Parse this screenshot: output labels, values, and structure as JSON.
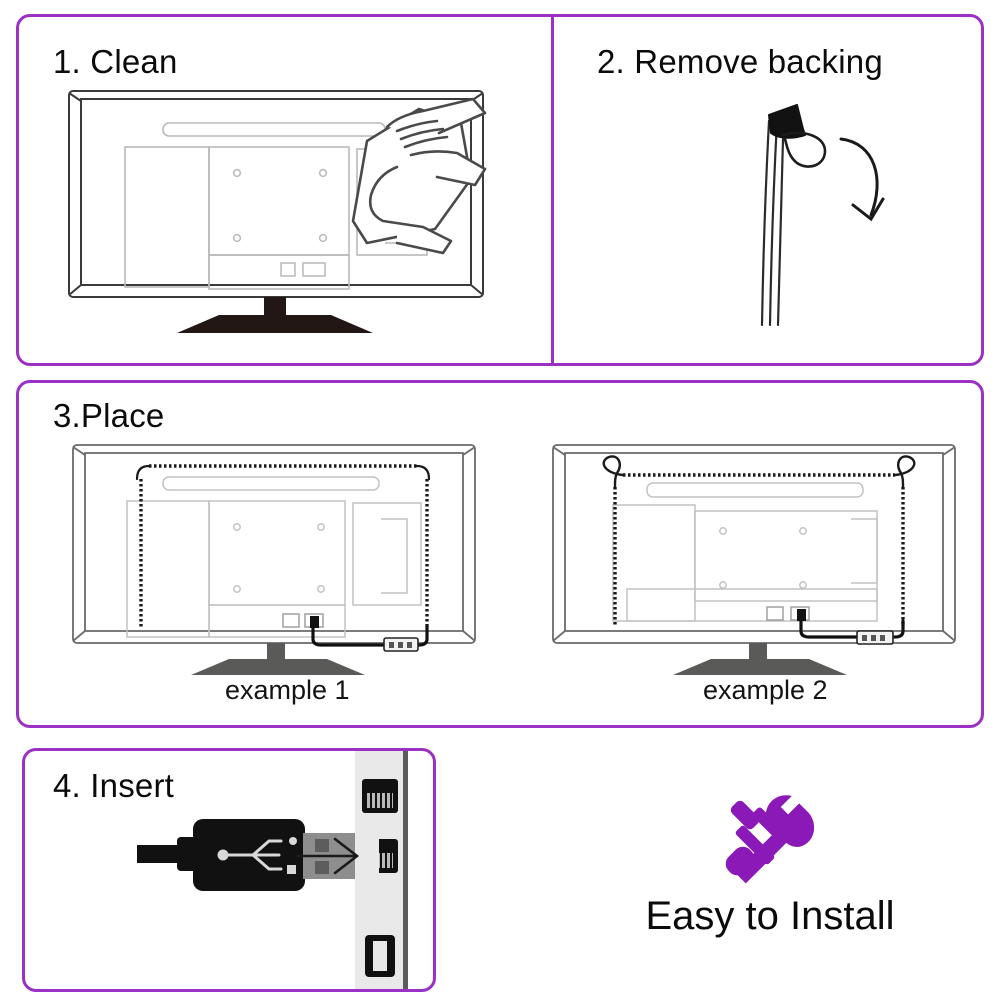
{
  "theme": {
    "accent": "#9b30c4",
    "line": "#3a3a3a",
    "faint_line": "#b9b9b9",
    "stand_dark": "#231715",
    "stand_gray": "#5a5a58",
    "usb_body": "#111111",
    "usb_metal": "#8e8e8e",
    "port_panel": "#e8e8e8"
  },
  "steps": [
    {
      "id": "clean",
      "number": "1.",
      "label": "1. Clean",
      "illustration": "tv-back-with-cleaning-cloth"
    },
    {
      "id": "remove-backing",
      "number": "2.",
      "label": "2. Remove backing",
      "illustration": "led-strip-peeling-adhesive-liner"
    },
    {
      "id": "place",
      "number": "3.",
      "label": "3.Place",
      "illustration": "tv-back-with-led-strip-routing"
    },
    {
      "id": "insert",
      "number": "4.",
      "label": "4. Insert",
      "illustration": "usb-plug-into-port"
    }
  ],
  "place_examples": [
    {
      "label": "example 1",
      "routing": "top-and-both-sides"
    },
    {
      "label": "example 2",
      "routing": "top-with-corner-loops-and-sides"
    }
  ],
  "insert": {
    "ports": [
      {
        "type": "usb-a",
        "name": "usb-port-upper"
      },
      {
        "type": "usb-a",
        "name": "usb-port-lower"
      },
      {
        "type": "micro-usb",
        "name": "micro-usb-port"
      }
    ],
    "connector": "usb-a-plug",
    "connector_logo": "usb-trident-icon",
    "arrow": "insert-direction-arrow"
  },
  "promo": {
    "icon": "crossed-wrench-screwdriver-icon",
    "text": "Easy to Install"
  }
}
